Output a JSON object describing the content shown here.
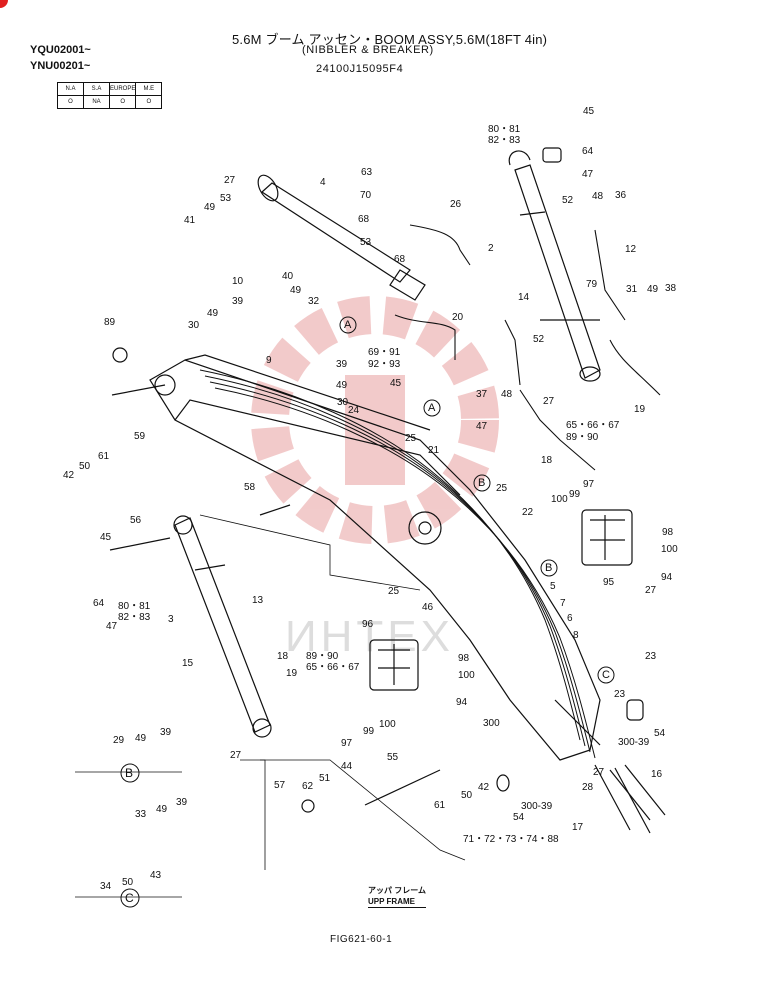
{
  "header": {
    "title": "5.6M ブーム アッセン・BOOM ASSY,5.6M(18FT 4in)",
    "subtitle": "(NIBBLER & BREAKER)",
    "part_code": "24100J15095F4"
  },
  "serials": [
    "YQU02001~",
    "YNU00201~"
  ],
  "applicability": {
    "headers": [
      "N.A",
      "S.A",
      "EUROPE",
      "M.E"
    ],
    "values": [
      "O",
      "NA",
      "O",
      "O"
    ]
  },
  "callouts": [
    {
      "id": "c45a",
      "label": "45"
    },
    {
      "id": "c8081",
      "label": "80・81"
    },
    {
      "id": "c8283",
      "label": "82・83"
    },
    {
      "id": "c64a",
      "label": "64"
    },
    {
      "id": "c47a",
      "label": "47"
    },
    {
      "id": "c52a",
      "label": "52"
    },
    {
      "id": "c48a",
      "label": "48"
    },
    {
      "id": "c36",
      "label": "36"
    },
    {
      "id": "c12",
      "label": "12"
    },
    {
      "id": "c2",
      "label": "2"
    },
    {
      "id": "c27a",
      "label": "27"
    },
    {
      "id": "c4",
      "label": "4"
    },
    {
      "id": "c63",
      "label": "63"
    },
    {
      "id": "c70",
      "label": "70"
    },
    {
      "id": "c26",
      "label": "26"
    },
    {
      "id": "c68a",
      "label": "68"
    },
    {
      "id": "c53a",
      "label": "53"
    },
    {
      "id": "c68b",
      "label": "68"
    },
    {
      "id": "c53b",
      "label": "53"
    },
    {
      "id": "c41",
      "label": "41"
    },
    {
      "id": "c49a",
      "label": "49"
    },
    {
      "id": "c10",
      "label": "10"
    },
    {
      "id": "c40",
      "label": "40"
    },
    {
      "id": "c49b",
      "label": "49"
    },
    {
      "id": "c32",
      "label": "32"
    },
    {
      "id": "c20",
      "label": "20"
    },
    {
      "id": "c6991",
      "label": "69・91"
    },
    {
      "id": "c9293",
      "label": "92・93"
    },
    {
      "id": "c14",
      "label": "14"
    },
    {
      "id": "c79",
      "label": "79"
    },
    {
      "id": "c31",
      "label": "31"
    },
    {
      "id": "c49c",
      "label": "49"
    },
    {
      "id": "c38",
      "label": "38"
    },
    {
      "id": "c39a",
      "label": "39"
    },
    {
      "id": "c49d",
      "label": "49"
    },
    {
      "id": "c30a",
      "label": "30"
    },
    {
      "id": "c89a",
      "label": "89"
    },
    {
      "id": "c9",
      "label": "9"
    },
    {
      "id": "c39b",
      "label": "39"
    },
    {
      "id": "c49e",
      "label": "49"
    },
    {
      "id": "c30b",
      "label": "30"
    },
    {
      "id": "c45b",
      "label": "45"
    },
    {
      "id": "c24",
      "label": "24"
    },
    {
      "id": "c52b",
      "label": "52"
    },
    {
      "id": "c37",
      "label": "37"
    },
    {
      "id": "c48b",
      "label": "48"
    },
    {
      "id": "c27b",
      "label": "27"
    },
    {
      "id": "c19",
      "label": "19"
    },
    {
      "id": "c656667a",
      "label": "65・66・67"
    },
    {
      "id": "c8990a",
      "label": "89・90"
    },
    {
      "id": "c59",
      "label": "59"
    },
    {
      "id": "c42a",
      "label": "42"
    },
    {
      "id": "c50a",
      "label": "50"
    },
    {
      "id": "c61a",
      "label": "61"
    },
    {
      "id": "c25a",
      "label": "25"
    },
    {
      "id": "c21",
      "label": "21"
    },
    {
      "id": "c47b",
      "label": "47"
    },
    {
      "id": "c18",
      "label": "18"
    },
    {
      "id": "c58",
      "label": "58"
    },
    {
      "id": "c25b",
      "label": "25"
    },
    {
      "id": "c22",
      "label": "22"
    },
    {
      "id": "c97a",
      "label": "97"
    },
    {
      "id": "c100a",
      "label": "100"
    },
    {
      "id": "c99a",
      "label": "99"
    },
    {
      "id": "c98a",
      "label": "98"
    },
    {
      "id": "c100b",
      "label": "100"
    },
    {
      "id": "c95",
      "label": "95"
    },
    {
      "id": "c94a",
      "label": "94"
    },
    {
      "id": "c56",
      "label": "56"
    },
    {
      "id": "c45c",
      "label": "45"
    },
    {
      "id": "c64b",
      "label": "64"
    },
    {
      "id": "c47c",
      "label": "47"
    },
    {
      "id": "c8081b",
      "label": "80・81"
    },
    {
      "id": "c8283b",
      "label": "82・83"
    },
    {
      "id": "c3",
      "label": "3"
    },
    {
      "id": "c13",
      "label": "13"
    },
    {
      "id": "c15",
      "label": "15"
    },
    {
      "id": "c18b",
      "label": "18"
    },
    {
      "id": "c19b",
      "label": "19"
    },
    {
      "id": "c8990b",
      "label": "89・90"
    },
    {
      "id": "c656667b",
      "label": "65・66・67"
    },
    {
      "id": "c25c",
      "label": "25"
    },
    {
      "id": "c46",
      "label": "46"
    },
    {
      "id": "c5",
      "label": "5"
    },
    {
      "id": "c7",
      "label": "7"
    },
    {
      "id": "c6",
      "label": "6"
    },
    {
      "id": "c8",
      "label": "8"
    },
    {
      "id": "c27c",
      "label": "27"
    },
    {
      "id": "c23a",
      "label": "23"
    },
    {
      "id": "c96",
      "label": "96"
    },
    {
      "id": "c98b",
      "label": "98"
    },
    {
      "id": "c100c",
      "label": "100"
    },
    {
      "id": "c94b",
      "label": "94"
    },
    {
      "id": "c97b",
      "label": "97"
    },
    {
      "id": "c99b",
      "label": "99"
    },
    {
      "id": "c100d",
      "label": "100"
    },
    {
      "id": "c300a",
      "label": "300"
    },
    {
      "id": "c23b",
      "label": "23"
    },
    {
      "id": "c54a",
      "label": "54"
    },
    {
      "id": "c30039a",
      "label": "300-39"
    },
    {
      "id": "c29",
      "label": "29"
    },
    {
      "id": "c49f",
      "label": "49"
    },
    {
      "id": "c39c",
      "label": "39"
    },
    {
      "id": "c27d",
      "label": "27"
    },
    {
      "id": "c55",
      "label": "55"
    },
    {
      "id": "c57",
      "label": "57"
    },
    {
      "id": "c62",
      "label": "62"
    },
    {
      "id": "c51",
      "label": "51"
    },
    {
      "id": "c44",
      "label": "44"
    },
    {
      "id": "c61b",
      "label": "61"
    },
    {
      "id": "c50b",
      "label": "50"
    },
    {
      "id": "c42b",
      "label": "42"
    },
    {
      "id": "c54b",
      "label": "54"
    },
    {
      "id": "c30039b",
      "label": "300-39"
    },
    {
      "id": "c71",
      "label": "71・72・73・74・88"
    },
    {
      "id": "c28",
      "label": "28"
    },
    {
      "id": "c27e",
      "label": "27"
    },
    {
      "id": "c16",
      "label": "16"
    },
    {
      "id": "c17",
      "label": "17"
    },
    {
      "id": "c33",
      "label": "33"
    },
    {
      "id": "c49g",
      "label": "49"
    },
    {
      "id": "c39d",
      "label": "39"
    },
    {
      "id": "c34",
      "label": "34"
    },
    {
      "id": "c50c",
      "label": "50"
    },
    {
      "id": "c43",
      "label": "43"
    }
  ],
  "detail_markers": [
    {
      "id": "mA1",
      "label": "A"
    },
    {
      "id": "mA2",
      "label": "A"
    },
    {
      "id": "mB1",
      "label": "B"
    },
    {
      "id": "mB2",
      "label": "B"
    },
    {
      "id": "mC1",
      "label": "C"
    },
    {
      "id": "mB3",
      "label": "B"
    },
    {
      "id": "mC2",
      "label": "C"
    }
  ],
  "upper_frame": {
    "jp": "アッパ フレーム",
    "en": "UPP FRAME"
  },
  "figure_number": "FIG621-60-1",
  "watermark": "ИНТЕХ",
  "colors": {
    "ink": "#111111",
    "watermark_red": "#e8a0a0",
    "marker": "#e02020"
  }
}
